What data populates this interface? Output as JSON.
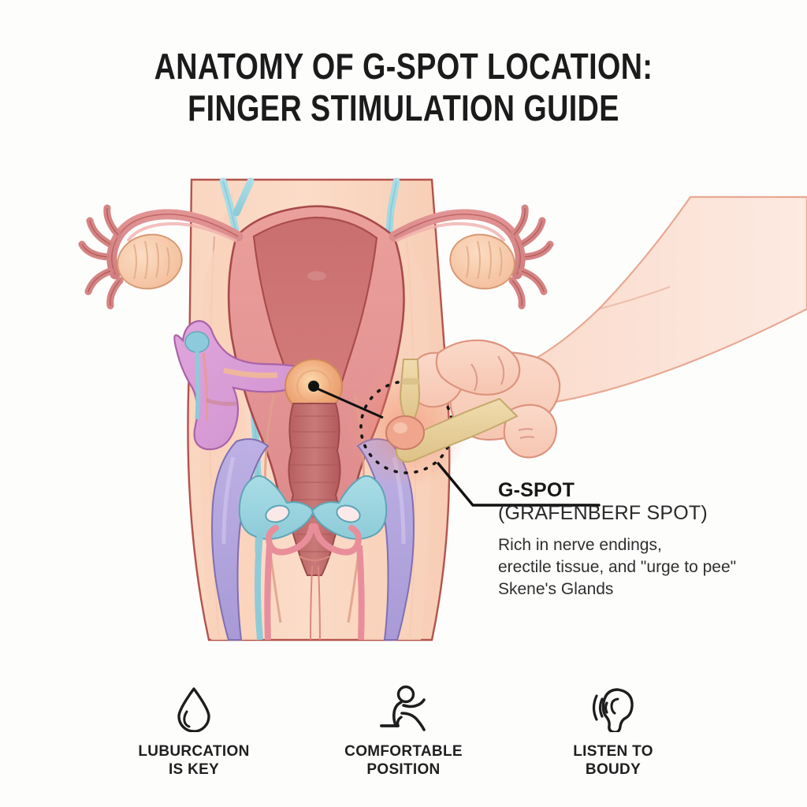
{
  "background_color": "#fdfdfc",
  "title": {
    "line1": "ANATOMY OF G-SPOT LOCATION:",
    "line2": "FINGER STIMULATION GUIDE",
    "color": "#1b1b1b"
  },
  "callout": {
    "label": "G-SPOT",
    "alt_name": "(GRAFENBERF SPOT)",
    "description_line1": "Rich in nerve endings,",
    "description_line2": "erectile tissue, and \"urge to pee\"",
    "description_line3": "Skene's Glands",
    "leader_line_color": "#111111"
  },
  "illustration": {
    "name": "female-reproductive-anatomy-coronal-section",
    "highlight_zone_label": "g-spot-highlight",
    "highlight_glow_color": "#f2836f",
    "highlight_outline_style": "dashed-circle",
    "highlight_outline_color": "#161616",
    "parts": [
      {
        "name": "uterus",
        "color": "#e08d8d"
      },
      {
        "name": "endometrial-cavity",
        "color": "#c26a6a"
      },
      {
        "name": "fallopian-tube-left",
        "color": "#d98686"
      },
      {
        "name": "fallopian-tube-right",
        "color": "#d98686"
      },
      {
        "name": "ovary-left",
        "color": "#f6c8a8"
      },
      {
        "name": "ovary-right",
        "color": "#f6c8a8"
      },
      {
        "name": "fimbriae",
        "color": "#d98686"
      },
      {
        "name": "cervix",
        "color": "#ef9f74"
      },
      {
        "name": "vaginal-canal",
        "color": "#c9706e"
      },
      {
        "name": "clitoral-structure",
        "color": "#d9a0d6"
      },
      {
        "name": "vestibular-bulbs",
        "color": "#b3a5dd"
      },
      {
        "name": "bartholin-glands",
        "color": "#9ed6e0"
      },
      {
        "name": "urethra-duct",
        "color": "#e78b96"
      },
      {
        "name": "blood-vessels",
        "color": "#8fd0de"
      },
      {
        "name": "body-outline",
        "color": "#f7cbb0"
      },
      {
        "name": "hand",
        "color": "#f8cdbb"
      },
      {
        "name": "forearm",
        "color": "#f9d2c1"
      },
      {
        "name": "inserted-finger",
        "color": "#e8c98f"
      }
    ]
  },
  "tips": [
    {
      "icon": "water-drop-icon",
      "label_line1": "LUBURCATION",
      "label_line2": "IS KEY"
    },
    {
      "icon": "seated-person-icon",
      "label_line1": "COMFORTABLE",
      "label_line2": "POSITION"
    },
    {
      "icon": "listening-ear-icon",
      "label_line1": "LISTEN TO",
      "label_line2": "BOUDY"
    }
  ]
}
